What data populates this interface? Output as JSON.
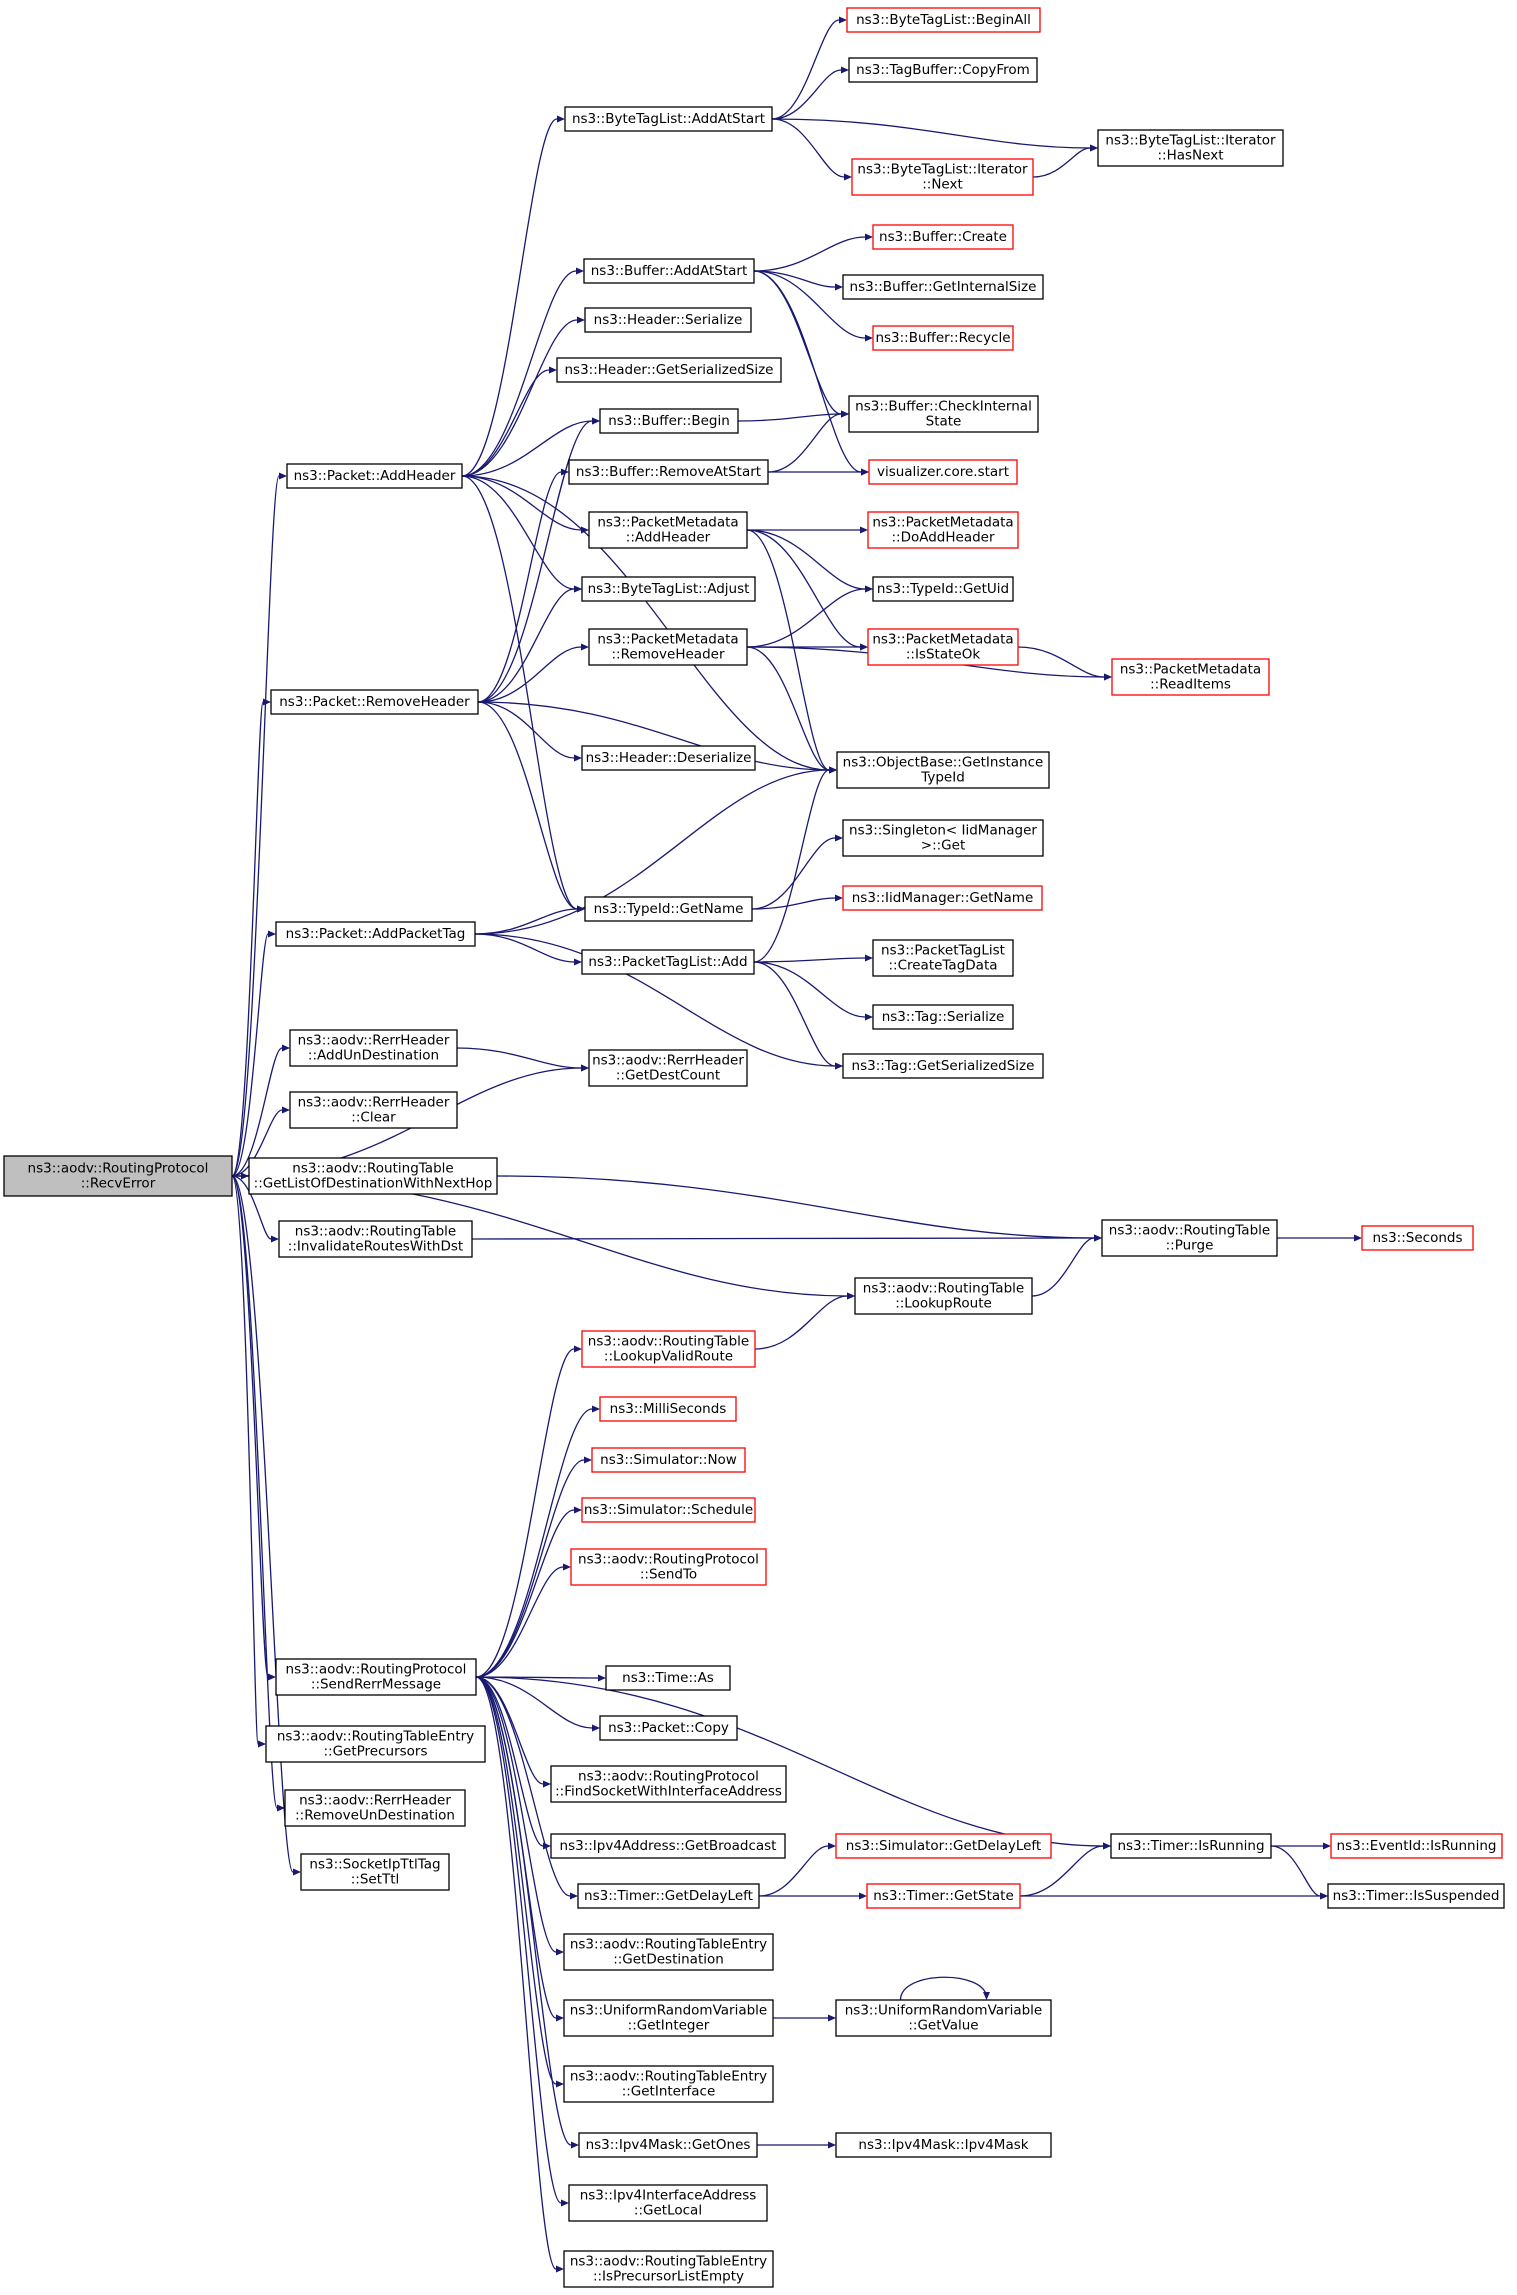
{
  "colors": {
    "edge": "#191970",
    "normal_border": "#000000",
    "link_border": "#ff0000",
    "root_fill": "#bfbfbf",
    "fill": "#ffffff"
  },
  "nodes": [
    {
      "id": "root",
      "lines": [
        "ns3::aodv::RoutingProtocol",
        "::RecvError"
      ],
      "style": "root"
    },
    {
      "id": "addHeader",
      "lines": [
        "ns3::Packet::AddHeader"
      ],
      "style": "normal"
    },
    {
      "id": "removeHeader",
      "lines": [
        "ns3::Packet::RemoveHeader"
      ],
      "style": "normal"
    },
    {
      "id": "addPacketTag",
      "lines": [
        "ns3::Packet::AddPacketTag"
      ],
      "style": "normal"
    },
    {
      "id": "addUnDest",
      "lines": [
        "ns3::aodv::RerrHeader",
        "::AddUnDestination"
      ],
      "style": "normal"
    },
    {
      "id": "clear",
      "lines": [
        "ns3::aodv::RerrHeader",
        "::Clear"
      ],
      "style": "normal"
    },
    {
      "id": "getListNext",
      "lines": [
        "ns3::aodv::RoutingTable",
        "::GetListOfDestinationWithNextHop"
      ],
      "style": "normal"
    },
    {
      "id": "invalidate",
      "lines": [
        "ns3::aodv::RoutingTable",
        "::InvalidateRoutesWithDst"
      ],
      "style": "normal"
    },
    {
      "id": "sendRerr",
      "lines": [
        "ns3::aodv::RoutingProtocol",
        "::SendRerrMessage"
      ],
      "style": "normal"
    },
    {
      "id": "getPrecursors",
      "lines": [
        "ns3::aodv::RoutingTableEntry",
        "::GetPrecursors"
      ],
      "style": "normal"
    },
    {
      "id": "removeUnDest",
      "lines": [
        "ns3::aodv::RerrHeader",
        "::RemoveUnDestination"
      ],
      "style": "normal"
    },
    {
      "id": "setTtl",
      "lines": [
        "ns3::SocketIpTtlTag",
        "::SetTtl"
      ],
      "style": "normal"
    },
    {
      "id": "btlAddAtStart",
      "lines": [
        "ns3::ByteTagList::AddAtStart"
      ],
      "style": "normal"
    },
    {
      "id": "bufAddAtStart",
      "lines": [
        "ns3::Buffer::AddAtStart"
      ],
      "style": "normal"
    },
    {
      "id": "hdrSerialize",
      "lines": [
        "ns3::Header::Serialize"
      ],
      "style": "normal"
    },
    {
      "id": "hdrGetSize",
      "lines": [
        "ns3::Header::GetSerializedSize"
      ],
      "style": "normal"
    },
    {
      "id": "bufBegin",
      "lines": [
        "ns3::Buffer::Begin"
      ],
      "style": "normal"
    },
    {
      "id": "bufRemoveAtStart",
      "lines": [
        "ns3::Buffer::RemoveAtStart"
      ],
      "style": "normal"
    },
    {
      "id": "pmAddHeader",
      "lines": [
        "ns3::PacketMetadata",
        "::AddHeader"
      ],
      "style": "normal"
    },
    {
      "id": "btlAdjust",
      "lines": [
        "ns3::ByteTagList::Adjust"
      ],
      "style": "normal"
    },
    {
      "id": "pmRemoveHeader",
      "lines": [
        "ns3::PacketMetadata",
        "::RemoveHeader"
      ],
      "style": "normal"
    },
    {
      "id": "hdrDeserialize",
      "lines": [
        "ns3::Header::Deserialize"
      ],
      "style": "normal"
    },
    {
      "id": "tidGetName",
      "lines": [
        "ns3::TypeId::GetName"
      ],
      "style": "normal"
    },
    {
      "id": "ptlAdd",
      "lines": [
        "ns3::PacketTagList::Add"
      ],
      "style": "normal"
    },
    {
      "id": "rerrGetDestCount",
      "lines": [
        "ns3::aodv::RerrHeader",
        "::GetDestCount"
      ],
      "style": "normal"
    },
    {
      "id": "rtLookupValid",
      "lines": [
        "ns3::aodv::RoutingTable",
        "::LookupValidRoute"
      ],
      "style": "link"
    },
    {
      "id": "milliSeconds",
      "lines": [
        "ns3::MilliSeconds"
      ],
      "style": "link"
    },
    {
      "id": "simNow",
      "lines": [
        "ns3::Simulator::Now"
      ],
      "style": "link"
    },
    {
      "id": "simSchedule",
      "lines": [
        "ns3::Simulator::Schedule"
      ],
      "style": "link"
    },
    {
      "id": "rpSendTo",
      "lines": [
        "ns3::aodv::RoutingProtocol",
        "::SendTo"
      ],
      "style": "link"
    },
    {
      "id": "timeAs",
      "lines": [
        "ns3::Time::As"
      ],
      "style": "normal"
    },
    {
      "id": "pktCopy",
      "lines": [
        "ns3::Packet::Copy"
      ],
      "style": "normal"
    },
    {
      "id": "findSocket",
      "lines": [
        "ns3::aodv::RoutingProtocol",
        "::FindSocketWithInterfaceAddress"
      ],
      "style": "normal"
    },
    {
      "id": "ipv4GetBroadcast",
      "lines": [
        "ns3::Ipv4Address::GetBroadcast"
      ],
      "style": "normal"
    },
    {
      "id": "timerGetDelayLeft",
      "lines": [
        "ns3::Timer::GetDelayLeft"
      ],
      "style": "normal"
    },
    {
      "id": "rteGetDest",
      "lines": [
        "ns3::aodv::RoutingTableEntry",
        "::GetDestination"
      ],
      "style": "normal"
    },
    {
      "id": "urvGetInteger",
      "lines": [
        "ns3::UniformRandomVariable",
        "::GetInteger"
      ],
      "style": "normal"
    },
    {
      "id": "rteGetInterface",
      "lines": [
        "ns3::aodv::RoutingTableEntry",
        "::GetInterface"
      ],
      "style": "normal"
    },
    {
      "id": "maskGetOnes",
      "lines": [
        "ns3::Ipv4Mask::GetOnes"
      ],
      "style": "normal"
    },
    {
      "id": "ifaceGetLocal",
      "lines": [
        "ns3::Ipv4InterfaceAddress",
        "::GetLocal"
      ],
      "style": "normal"
    },
    {
      "id": "rteIsPrecursorEmpty",
      "lines": [
        "ns3::aodv::RoutingTableEntry",
        "::IsPrecursorListEmpty"
      ],
      "style": "normal"
    },
    {
      "id": "btlBeginAll",
      "lines": [
        "ns3::ByteTagList::BeginAll"
      ],
      "style": "link"
    },
    {
      "id": "tagBufCopyFrom",
      "lines": [
        "ns3::TagBuffer::CopyFrom"
      ],
      "style": "normal"
    },
    {
      "id": "btlIterNext",
      "lines": [
        "ns3::ByteTagList::Iterator",
        "::Next"
      ],
      "style": "link"
    },
    {
      "id": "bufCreate",
      "lines": [
        "ns3::Buffer::Create"
      ],
      "style": "link"
    },
    {
      "id": "bufGetInternalSize",
      "lines": [
        "ns3::Buffer::GetInternalSize"
      ],
      "style": "normal"
    },
    {
      "id": "bufRecycle",
      "lines": [
        "ns3::Buffer::Recycle"
      ],
      "style": "link"
    },
    {
      "id": "bufCheckInternal",
      "lines": [
        "ns3::Buffer::CheckInternal",
        "State"
      ],
      "style": "normal"
    },
    {
      "id": "vizStart",
      "lines": [
        "visualizer.core.start"
      ],
      "style": "link"
    },
    {
      "id": "pmDoAddHeader",
      "lines": [
        "ns3::PacketMetadata",
        "::DoAddHeader"
      ],
      "style": "link"
    },
    {
      "id": "tidGetUid",
      "lines": [
        "ns3::TypeId::GetUid"
      ],
      "style": "normal"
    },
    {
      "id": "pmIsStateOk",
      "lines": [
        "ns3::PacketMetadata",
        "::IsStateOk"
      ],
      "style": "link"
    },
    {
      "id": "objGetInstanceTypeId",
      "lines": [
        "ns3::ObjectBase::GetInstance",
        "TypeId"
      ],
      "style": "normal"
    },
    {
      "id": "singletonGet",
      "lines": [
        "ns3::Singleton< IidManager",
        ">::Get"
      ],
      "style": "normal"
    },
    {
      "id": "iidGetName",
      "lines": [
        "ns3::IidManager::GetName"
      ],
      "style": "link"
    },
    {
      "id": "ptlCreateTagData",
      "lines": [
        "ns3::PacketTagList",
        "::CreateTagData"
      ],
      "style": "normal"
    },
    {
      "id": "tagSerialize",
      "lines": [
        "ns3::Tag::Serialize"
      ],
      "style": "normal"
    },
    {
      "id": "tagGetSize",
      "lines": [
        "ns3::Tag::GetSerializedSize"
      ],
      "style": "normal"
    },
    {
      "id": "rtLookupRoute",
      "lines": [
        "ns3::aodv::RoutingTable",
        "::LookupRoute"
      ],
      "style": "normal"
    },
    {
      "id": "simGetDelayLeft",
      "lines": [
        "ns3::Simulator::GetDelayLeft"
      ],
      "style": "link"
    },
    {
      "id": "timerGetState",
      "lines": [
        "ns3::Timer::GetState"
      ],
      "style": "link"
    },
    {
      "id": "urvGetValue",
      "lines": [
        "ns3::UniformRandomVariable",
        "::GetValue"
      ],
      "style": "normal"
    },
    {
      "id": "maskCtor",
      "lines": [
        "ns3::Ipv4Mask::Ipv4Mask"
      ],
      "style": "normal"
    },
    {
      "id": "btlIterHasNext",
      "lines": [
        "ns3::ByteTagList::Iterator",
        "::HasNext"
      ],
      "style": "normal"
    },
    {
      "id": "pmReadItems",
      "lines": [
        "ns3::PacketMetadata",
        "::ReadItems"
      ],
      "style": "link"
    },
    {
      "id": "rtPurge",
      "lines": [
        "ns3::aodv::RoutingTable",
        "::Purge"
      ],
      "style": "normal"
    },
    {
      "id": "timerIsRunning",
      "lines": [
        "ns3::Timer::IsRunning"
      ],
      "style": "normal"
    },
    {
      "id": "seconds",
      "lines": [
        "ns3::Seconds"
      ],
      "style": "link"
    },
    {
      "id": "eventIsRunning",
      "lines": [
        "ns3::EventId::IsRunning"
      ],
      "style": "link"
    },
    {
      "id": "timerIsSuspended",
      "lines": [
        "ns3::Timer::IsSuspended"
      ],
      "style": "normal"
    }
  ],
  "edges": [
    [
      "root",
      "addHeader"
    ],
    [
      "root",
      "removeHeader"
    ],
    [
      "root",
      "addPacketTag"
    ],
    [
      "root",
      "addUnDest"
    ],
    [
      "root",
      "clear"
    ],
    [
      "root",
      "getListNext"
    ],
    [
      "root",
      "invalidate"
    ],
    [
      "root",
      "rtLookupRoute"
    ],
    [
      "root",
      "sendRerr"
    ],
    [
      "root",
      "getPrecursors"
    ],
    [
      "root",
      "removeUnDest"
    ],
    [
      "root",
      "setTtl"
    ],
    [
      "root",
      "rerrGetDestCount"
    ],
    [
      "addHeader",
      "btlAddAtStart"
    ],
    [
      "addHeader",
      "bufAddAtStart"
    ],
    [
      "addHeader",
      "hdrSerialize"
    ],
    [
      "addHeader",
      "hdrGetSize"
    ],
    [
      "addHeader",
      "bufBegin"
    ],
    [
      "addHeader",
      "pmAddHeader"
    ],
    [
      "addHeader",
      "btlAdjust"
    ],
    [
      "addHeader",
      "objGetInstanceTypeId"
    ],
    [
      "addHeader",
      "tidGetName"
    ],
    [
      "removeHeader",
      "bufBegin"
    ],
    [
      "removeHeader",
      "bufRemoveAtStart"
    ],
    [
      "removeHeader",
      "btlAdjust"
    ],
    [
      "removeHeader",
      "pmRemoveHeader"
    ],
    [
      "removeHeader",
      "hdrDeserialize"
    ],
    [
      "removeHeader",
      "objGetInstanceTypeId"
    ],
    [
      "removeHeader",
      "tidGetName"
    ],
    [
      "addPacketTag",
      "objGetInstanceTypeId"
    ],
    [
      "addPacketTag",
      "tidGetName"
    ],
    [
      "addPacketTag",
      "ptlAdd"
    ],
    [
      "addPacketTag",
      "tagGetSize"
    ],
    [
      "addUnDest",
      "rerrGetDestCount"
    ],
    [
      "getListNext",
      "rtPurge"
    ],
    [
      "invalidate",
      "rtPurge"
    ],
    [
      "btlAddAtStart",
      "btlBeginAll"
    ],
    [
      "btlAddAtStart",
      "tagBufCopyFrom"
    ],
    [
      "btlAddAtStart",
      "btlIterHasNext"
    ],
    [
      "btlAddAtStart",
      "btlIterNext"
    ],
    [
      "btlIterNext",
      "btlIterHasNext"
    ],
    [
      "bufAddAtStart",
      "bufCreate"
    ],
    [
      "bufAddAtStart",
      "bufGetInternalSize"
    ],
    [
      "bufAddAtStart",
      "bufRecycle"
    ],
    [
      "bufAddAtStart",
      "bufCheckInternal"
    ],
    [
      "bufAddAtStart",
      "vizStart"
    ],
    [
      "bufBegin",
      "bufCheckInternal"
    ],
    [
      "bufRemoveAtStart",
      "bufCheckInternal"
    ],
    [
      "bufRemoveAtStart",
      "vizStart"
    ],
    [
      "pmAddHeader",
      "pmDoAddHeader"
    ],
    [
      "pmAddHeader",
      "tidGetUid"
    ],
    [
      "pmAddHeader",
      "pmIsStateOk"
    ],
    [
      "pmAddHeader",
      "objGetInstanceTypeId"
    ],
    [
      "pmRemoveHeader",
      "tidGetUid"
    ],
    [
      "pmRemoveHeader",
      "pmIsStateOk"
    ],
    [
      "pmRemoveHeader",
      "pmReadItems"
    ],
    [
      "pmRemoveHeader",
      "objGetInstanceTypeId"
    ],
    [
      "pmIsStateOk",
      "pmReadItems"
    ],
    [
      "tidGetName",
      "singletonGet"
    ],
    [
      "tidGetName",
      "iidGetName"
    ],
    [
      "ptlAdd",
      "objGetInstanceTypeId"
    ],
    [
      "ptlAdd",
      "ptlCreateTagData"
    ],
    [
      "ptlAdd",
      "tagSerialize"
    ],
    [
      "ptlAdd",
      "tagGetSize"
    ],
    [
      "rtLookupRoute",
      "rtPurge"
    ],
    [
      "rtPurge",
      "seconds"
    ],
    [
      "sendRerr",
      "rtLookupValid"
    ],
    [
      "sendRerr",
      "milliSeconds"
    ],
    [
      "sendRerr",
      "simNow"
    ],
    [
      "sendRerr",
      "simSchedule"
    ],
    [
      "sendRerr",
      "rpSendTo"
    ],
    [
      "sendRerr",
      "timeAs"
    ],
    [
      "sendRerr",
      "pktCopy"
    ],
    [
      "sendRerr",
      "findSocket"
    ],
    [
      "sendRerr",
      "ipv4GetBroadcast"
    ],
    [
      "sendRerr",
      "timerGetDelayLeft"
    ],
    [
      "sendRerr",
      "rteGetDest"
    ],
    [
      "sendRerr",
      "urvGetInteger"
    ],
    [
      "sendRerr",
      "rteGetInterface"
    ],
    [
      "sendRerr",
      "maskGetOnes"
    ],
    [
      "sendRerr",
      "ifaceGetLocal"
    ],
    [
      "sendRerr",
      "rteIsPrecursorEmpty"
    ],
    [
      "sendRerr",
      "timerIsRunning"
    ],
    [
      "rtLookupValid",
      "rtLookupRoute"
    ],
    [
      "timerGetDelayLeft",
      "simGetDelayLeft"
    ],
    [
      "timerGetDelayLeft",
      "timerGetState"
    ],
    [
      "timerGetState",
      "timerIsRunning"
    ],
    [
      "timerGetState",
      "timerIsSuspended"
    ],
    [
      "timerIsRunning",
      "eventIsRunning"
    ],
    [
      "timerIsRunning",
      "timerIsSuspended"
    ],
    [
      "urvGetInteger",
      "urvGetValue"
    ],
    [
      "urvGetValue",
      "urvGetValue"
    ],
    [
      "maskGetOnes",
      "maskCtor"
    ]
  ]
}
